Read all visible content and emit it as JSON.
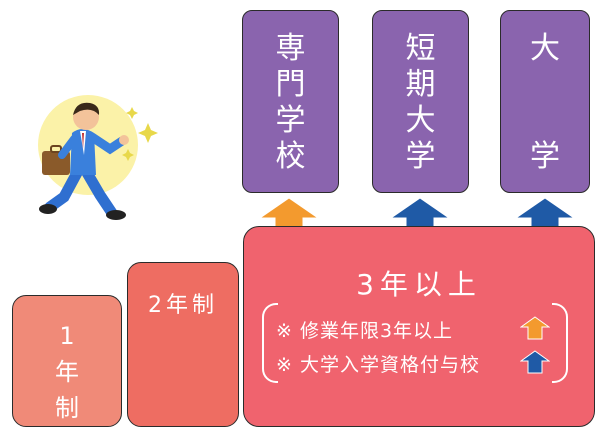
{
  "destinations": [
    {
      "label": "専門学校",
      "chars": [
        "専",
        "門",
        "学",
        "校"
      ],
      "arrow_color": "#f39a2e"
    },
    {
      "label": "短期大学",
      "chars": [
        "短",
        "期",
        "大",
        "学"
      ],
      "arrow_color": "#1f5aa6"
    },
    {
      "label": "大学",
      "chars": [
        "大",
        "学"
      ],
      "arrow_color": "#1f5aa6"
    }
  ],
  "steps": {
    "one_year": [
      "1",
      "年",
      "制"
    ],
    "two_year": "2年制",
    "three_year": "3年以上"
  },
  "notes": [
    {
      "text": "※ 修業年限3年以上",
      "arrow_color": "#f39a2e"
    },
    {
      "text": "※ 大学入学資格付与校",
      "arrow_color": "#1f5aa6"
    }
  ],
  "colors": {
    "purple": "#8a64ae",
    "step1": "#f08a78",
    "step2": "#ee6d62",
    "step3": "#f0636e",
    "orange_arrow": "#f39a2e",
    "blue_arrow": "#1f5aa6"
  },
  "illustration": "walking-businessman-icon"
}
